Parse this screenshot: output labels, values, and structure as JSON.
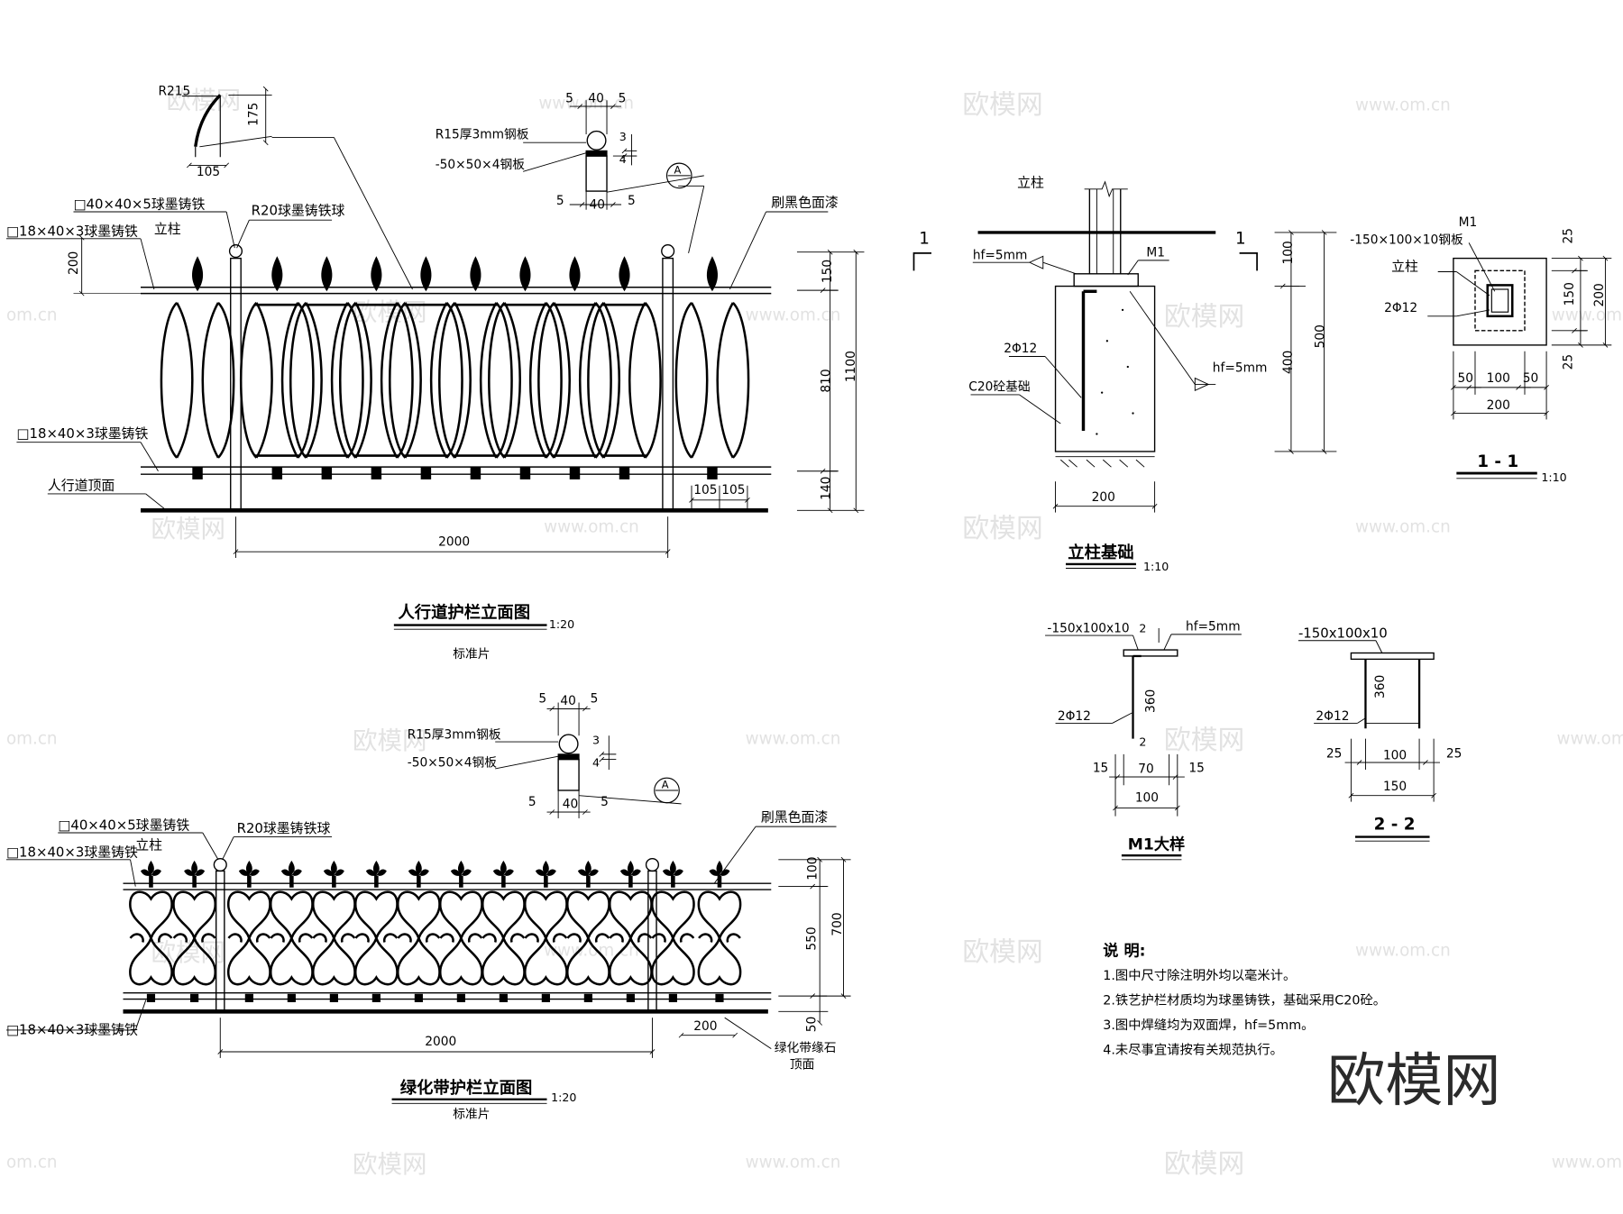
{
  "fence1": {
    "r215": "R215",
    "d175": "175",
    "d105": "105",
    "sq40": "□40×40×5球墨铸铁",
    "lizhu": "立柱",
    "ball": "R20球墨铸铁球",
    "sq18a": "□18×40×3球墨铸铁",
    "d200": "200",
    "paint": "刷黑色面漆",
    "sq18b": "□18×40×3球墨铸铁",
    "road": "人行道顶面",
    "d150": "150",
    "d810": "810",
    "d1100": "1100",
    "d140": "140",
    "d105a": "105",
    "d105b": "105",
    "d2000": "2000",
    "title": "人行道护栏立面图",
    "scale": "1:20",
    "sub": "标准片"
  },
  "fence2": {
    "sq40": "□40×40×5球墨铸铁",
    "ball": "R20球墨铸铁球",
    "lizhu": "立柱",
    "sq18a": "□18×40×3球墨铸铁",
    "paint": "刷黑色面漆",
    "sq18b": "□18×40×3球墨铸铁",
    "d100": "100",
    "d550": "550",
    "d700": "700",
    "d50": "50",
    "d2000": "2000",
    "d200": "200",
    "curb1": "绿化带缘石",
    "curb2": "顶面",
    "title": "绿化带护栏立面图",
    "scale": "1:20",
    "sub": "标准片"
  },
  "capDetail1": {
    "d5a": "5",
    "d40a": "40",
    "d5b": "5",
    "plate1": "R15厚3mm钢板",
    "plate2": "-50×50×4钢板",
    "d3": "3",
    "d4": "4",
    "d5c": "5",
    "d40b": "40",
    "d5d": "5",
    "mark": "A"
  },
  "capDetail2": {
    "d5a": "5",
    "d40a": "40",
    "d5b": "5",
    "plate1": "R15厚3mm钢板",
    "plate2": "-50×50×4钢板",
    "d3": "3",
    "d4": "4",
    "d5c": "5",
    "d40b": "40",
    "d5d": "5",
    "mark": "A"
  },
  "foundation": {
    "lizhu": "立柱",
    "sec1a": "1",
    "sec1b": "1",
    "hf1": "hf=5mm",
    "m1": "M1",
    "bar": "2Φ12",
    "conc": "C20砼基础",
    "hf2": "hf=5mm",
    "d100": "100",
    "d400": "400",
    "d500": "500",
    "d200": "200",
    "title": "立柱基础",
    "scale": "1:10"
  },
  "section11": {
    "m1": "M1",
    "plate": "-150×100×10钢板",
    "lizhu": "立柱",
    "bar": "2Φ12",
    "d25a": "25",
    "d150": "150",
    "d25b": "25",
    "d200v": "200",
    "d50a": "50",
    "d100": "100",
    "d50b": "50",
    "d200h": "200",
    "title": "1 - 1",
    "scale": "1:10"
  },
  "m1detail": {
    "plate": "-150x100x10",
    "d2a": "2",
    "hf": "hf=5mm",
    "bar": "2Φ12",
    "d360": "360",
    "d2b": "2",
    "d15a": "15",
    "d70": "70",
    "d15b": "15",
    "d100": "100",
    "title": "M1大样"
  },
  "section22": {
    "plate": "-150x100x10",
    "bar": "2Φ12",
    "d360": "360",
    "d25a": "25",
    "d100": "100",
    "d25b": "25",
    "d150": "150",
    "title": "2 - 2"
  },
  "notes": {
    "heading": "说  明:",
    "items": [
      "1.图中尺寸除注明外均以毫米计。",
      "2.铁艺护栏材质均为球墨铸铁，基础采用C20砼。",
      "3.图中焊缝均为双面焊，hf=5mm。",
      "4.未尽事宜请按有关规范执行。"
    ]
  },
  "watermark": {
    "brand": "欧模网",
    "url": "www.om.cn",
    "cn": "om.cn"
  }
}
